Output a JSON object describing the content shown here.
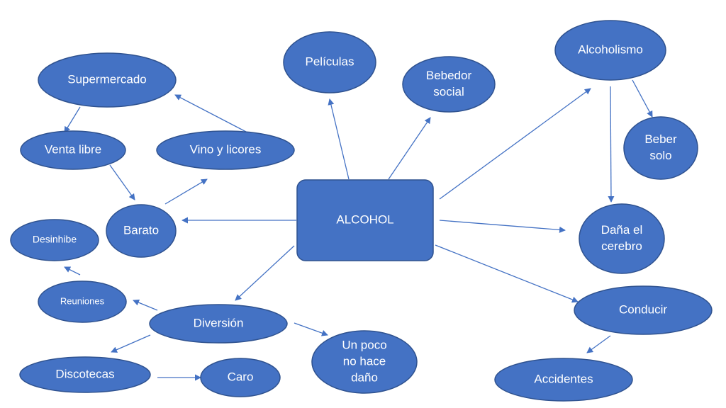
{
  "nodes": {
    "alcohol": "ALCOHOL",
    "peliculas": "Películas",
    "bebedor_social": [
      "Bebedor",
      "social"
    ],
    "alcoholismo": "Alcoholismo",
    "beber_solo": [
      "Beber",
      "solo"
    ],
    "dana_cerebro": [
      "Daña el",
      "cerebro"
    ],
    "conducir": "Conducir",
    "accidentes": "Accidentes",
    "supermercado": "Supermercado",
    "venta_libre": "Venta libre",
    "vino_licores": "Vino y licores",
    "barato": "Barato",
    "desinhibe": "Desinhibe",
    "reuniones": "Reuniones",
    "diversion": "Diversión",
    "discotecas": "Discotecas",
    "caro": "Caro",
    "un_poco": [
      "Un poco",
      "no hace",
      "daño"
    ]
  },
  "edges": [
    {
      "from": "alcohol",
      "to": "peliculas"
    },
    {
      "from": "alcohol",
      "to": "bebedor_social"
    },
    {
      "from": "alcohol",
      "to": "alcoholismo"
    },
    {
      "from": "alcoholismo",
      "to": "beber_solo"
    },
    {
      "from": "alcoholismo",
      "to": "dana_cerebro"
    },
    {
      "from": "alcohol",
      "to": "dana_cerebro"
    },
    {
      "from": "alcohol",
      "to": "conducir"
    },
    {
      "from": "conducir",
      "to": "accidentes"
    },
    {
      "from": "alcohol",
      "to": "barato"
    },
    {
      "from": "alcohol",
      "to": "diversion"
    },
    {
      "from": "supermercado",
      "to": "venta_libre"
    },
    {
      "from": "vino_licores",
      "to": "supermercado"
    },
    {
      "from": "venta_libre",
      "to": "barato"
    },
    {
      "from": "barato",
      "to": "vino_licores"
    },
    {
      "from": "reuniones",
      "to": "desinhibe"
    },
    {
      "from": "diversion",
      "to": "reuniones"
    },
    {
      "from": "diversion",
      "to": "discotecas"
    },
    {
      "from": "diversion",
      "to": "un_poco"
    },
    {
      "from": "discotecas",
      "to": "caro"
    }
  ],
  "colors": {
    "node_fill": "#4472c4",
    "node_border": "#2f528f",
    "text": "#ffffff",
    "edge": "#4472c4"
  }
}
